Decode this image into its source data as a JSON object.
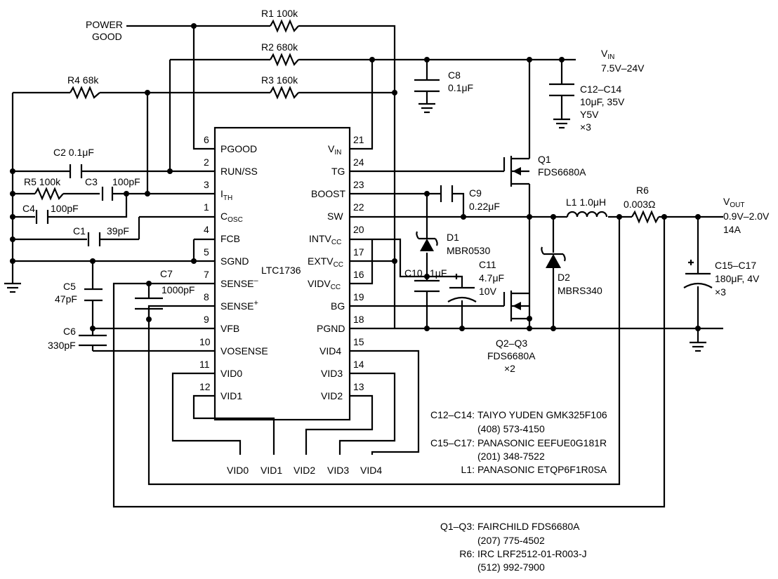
{
  "power_good": [
    "POWER",
    "GOOD"
  ],
  "vin": {
    "main": "V",
    "sub": "IN",
    "range": "7.5V–24V"
  },
  "vout": {
    "main": "V",
    "sub": "OUT",
    "range": "0.9V–2.0V",
    "current": "14A"
  },
  "ic": {
    "name": "LTC1736",
    "left_pins": [
      {
        "num": "6",
        "label": "PGOOD"
      },
      {
        "num": "2",
        "label": "RUN/SS"
      },
      {
        "num": "3",
        "label": "I",
        "sub": "TH"
      },
      {
        "num": "1",
        "label": "C",
        "sub": "OSC"
      },
      {
        "num": "4",
        "label": "FCB"
      },
      {
        "num": "5",
        "label": "SGND"
      },
      {
        "num": "7",
        "label": "SENSE",
        "sup": "–"
      },
      {
        "num": "8",
        "label": "SENSE",
        "sup": "+"
      },
      {
        "num": "9",
        "label": "VFB"
      },
      {
        "num": "10",
        "label": "VOSENSE"
      },
      {
        "num": "11",
        "label": "VID0"
      },
      {
        "num": "12",
        "label": "VID1"
      }
    ],
    "right_pins": [
      {
        "num": "21",
        "label": "V",
        "sub": "IN"
      },
      {
        "num": "24",
        "label": "TG"
      },
      {
        "num": "23",
        "label": "BOOST"
      },
      {
        "num": "22",
        "label": "SW"
      },
      {
        "num": "20",
        "label": "INTV",
        "sub": "CC"
      },
      {
        "num": "17",
        "label": "EXTV",
        "sub": "CC"
      },
      {
        "num": "16",
        "label": "VIDV",
        "sub": "CC"
      },
      {
        "num": "19",
        "label": "BG"
      },
      {
        "num": "18",
        "label": "PGND"
      },
      {
        "num": "15",
        "label": "VID4"
      },
      {
        "num": "14",
        "label": "VID3"
      },
      {
        "num": "13",
        "label": "VID2"
      }
    ]
  },
  "components": {
    "r1": "R1  100k",
    "r2": "R2  680k",
    "r3": "R3  160k",
    "r4": "R4 68k",
    "r5": "R5  100k",
    "r6": [
      "R6",
      "0.003Ω"
    ],
    "c1": "C1",
    "c1_val": "39pF",
    "c2": "C2  0.1μF",
    "c3": "C3",
    "c3_val": "100pF",
    "c4": "C4",
    "c4_val": "100pF",
    "c5": [
      "C5",
      "47pF"
    ],
    "c6": [
      "C6",
      "330pF"
    ],
    "c7": "C7",
    "c7_val": "1000pF",
    "c8": [
      "C8",
      "0.1μF"
    ],
    "c9": [
      "C9",
      "0.22μF"
    ],
    "c10": "C10",
    "c10_val": "1μF",
    "c11": [
      "C11",
      "4.7μF",
      "10V"
    ],
    "c12": [
      "C12–C14",
      "10μF, 35V",
      "Y5V",
      "×3"
    ],
    "c15": [
      "C15–C17",
      "180μF, 4V",
      "×3"
    ],
    "l1": "L1  1.0μH",
    "d1": [
      "D1",
      "MBR0530"
    ],
    "d2": [
      "D2",
      "MBRS340"
    ],
    "q1": [
      "Q1",
      "FDS6680A"
    ],
    "q23": [
      "Q2–Q3",
      "FDS6680A",
      "×2"
    ]
  },
  "vid_labels": [
    "VID0",
    "VID1",
    "VID2",
    "VID3",
    "VID4"
  ],
  "notes": [
    {
      "key": "C12–C14:",
      "val": "TAIYO YUDEN GMK325F106"
    },
    {
      "key": "",
      "val": "(408) 573-4150"
    },
    {
      "key": "C15–C17:",
      "val": "PANASONIC EEFUE0G181R"
    },
    {
      "key": "",
      "val": "(201) 348-7522"
    },
    {
      "key": "L1:",
      "val": "PANASONIC ETQP6F1R0SA"
    }
  ],
  "notes2": [
    {
      "key": "Q1–Q3:",
      "val": "FAIRCHILD FDS6680A"
    },
    {
      "key": "",
      "val": "(207) 775-4502"
    },
    {
      "key": "R6:",
      "val": "IRC LRF2512-01-R003-J"
    },
    {
      "key": "",
      "val": "(512) 992-7900"
    }
  ]
}
